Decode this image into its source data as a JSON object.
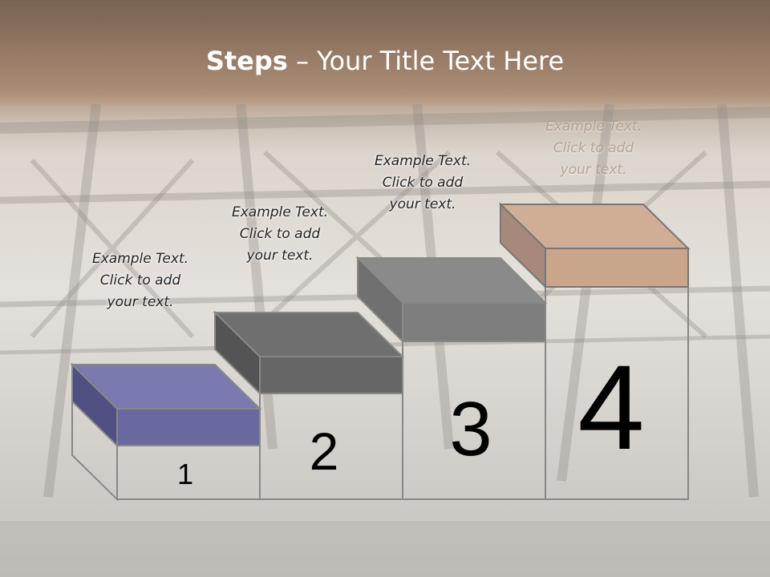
{
  "slide": {
    "title_bold": "Steps",
    "title_rest": " – Your Title Text Here"
  },
  "steps": [
    {
      "number": "1",
      "lines": [
        "Example Text.",
        "Click  to add",
        "your text."
      ],
      "color": "#6e6ea6"
    },
    {
      "number": "2",
      "lines": [
        "Example Text.",
        "Click  to add",
        "your text."
      ],
      "color": "#6b6b6b"
    },
    {
      "number": "3",
      "lines": [
        "Example Text.",
        "Click  to add",
        "your text."
      ],
      "color": "#828282"
    },
    {
      "number": "4",
      "lines": [
        "Example Text.",
        "Click  to add",
        "your text."
      ],
      "color": "#c9a58c"
    }
  ]
}
